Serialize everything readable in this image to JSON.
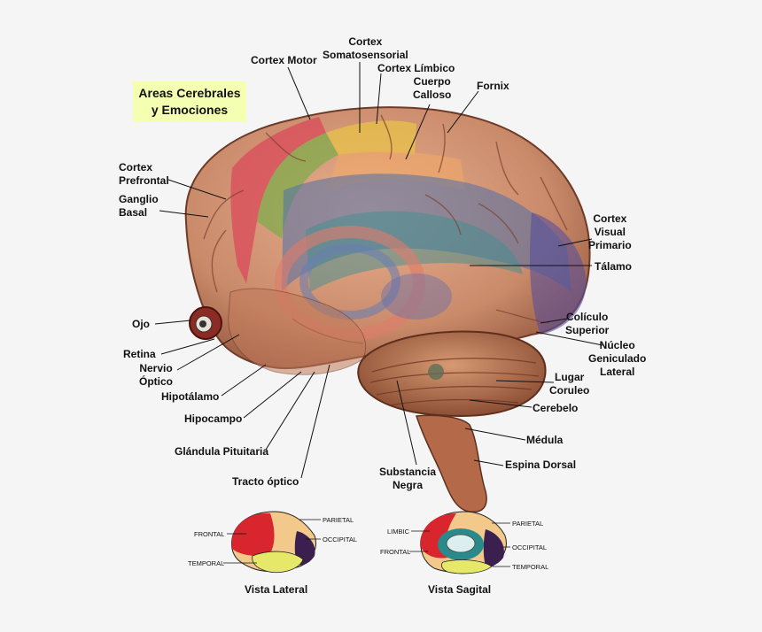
{
  "title": {
    "line1": "Areas Cerebrales",
    "line2": "y Emociones"
  },
  "labels": {
    "cortex_motor": "Cortex Motor",
    "cortex_somato": "Cortex\nSomatosensorial",
    "cortex_limbico": "Cortex Límbico",
    "cuerpo_calloso": "Cuerpo\nCalloso",
    "fornix": "Fornix",
    "cortex_prefrontal": "Cortex\nPrefrontal",
    "ganglio_basal": "Ganglio\nBasal",
    "cortex_visual": "Cortex\nVisual\nPrimario",
    "talamo": "Tálamo",
    "ojo": "Ojo",
    "coliculo": "Colículo\nSuperior",
    "nucleo": "Núcleo\nGeniculado\nLateral",
    "retina": "Retina",
    "nervio_optico": "Nervio\nÓptico",
    "lugar_coruleo": "Lugar\nCoruleo",
    "hipotalamo": "Hipotálamo",
    "cerebelo": "Cerebelo",
    "hipocampo": "Hipocampo",
    "medula": "Médula",
    "glandula": "Glándula Pituitaria",
    "espina": "Espina Dorsal",
    "substancia": "Substancia\nNegra",
    "tracto": "Tracto óptico"
  },
  "lateral_view": {
    "caption": "Vista Lateral",
    "frontal": "FRONTAL",
    "parietal": "PARIETAL",
    "occipital": "OCCIPITAL",
    "temporal": "TEMPORAL"
  },
  "sagittal_view": {
    "caption": "Vista Sagital",
    "limbic": "LIMBIC",
    "frontal": "FRONTAL",
    "parietal": "PARIETAL",
    "occipital": "OCCIPITAL",
    "temporal": "TEMPORAL"
  },
  "colors": {
    "frontal": "#d9262e",
    "parietal": "#f2c98a",
    "occipital": "#3a1f4f",
    "temporal": "#e6e86a",
    "limbic": "#2a8a8a",
    "brain_base": "#c98a6a",
    "title_bg": "#f4ffb2"
  }
}
